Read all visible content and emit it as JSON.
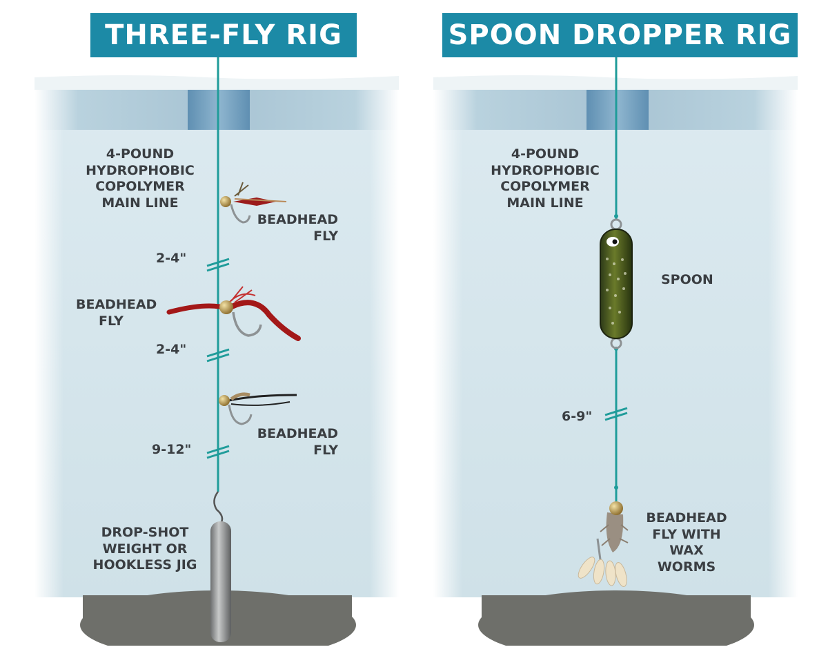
{
  "left_rig": {
    "title": "THREE-FLY RIG",
    "main_line_label": [
      "4-POUND",
      "HYDROPHOBIC",
      "COPOLYMER",
      "MAIN LINE"
    ],
    "fly_1_label": [
      "BEADHEAD",
      "FLY"
    ],
    "gap_1": "2-4\"",
    "fly_2_label": [
      "BEADHEAD",
      "FLY"
    ],
    "gap_2": "2-4\"",
    "fly_3_label": [
      "BEADHEAD",
      "FLY"
    ],
    "gap_3": "9-12\"",
    "weight_label": [
      "DROP-SHOT",
      "WEIGHT OR",
      "HOOKLESS JIG"
    ]
  },
  "right_rig": {
    "title": "SPOON DROPPER RIG",
    "main_line_label": [
      "4-POUND",
      "HYDROPHOBIC",
      "COPOLYMER",
      "MAIN LINE"
    ],
    "spoon_label": "SPOON",
    "gap_1": "6-9\"",
    "fly_label": [
      "BEADHEAD",
      "FLY WITH",
      "WAX",
      "WORMS"
    ]
  },
  "colors": {
    "banner": "#1c8aa6",
    "line": "#1f9c9a",
    "water": "#d6e6ec",
    "ice": "#a9c6d6",
    "bottom": "#6f706b",
    "label": "#3a3e42"
  }
}
